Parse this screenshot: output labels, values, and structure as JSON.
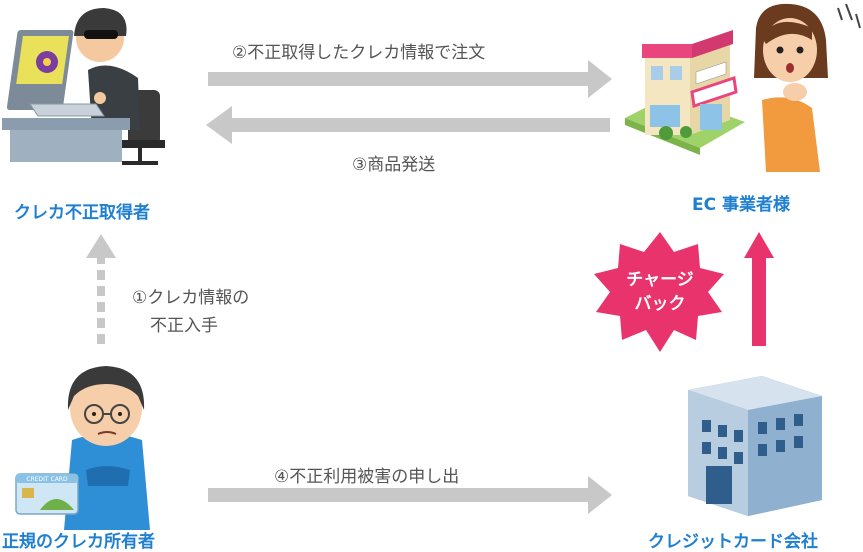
{
  "actors": {
    "fraudster": "クレカ不正取得者",
    "merchant": "EC 事業者様",
    "cardholder": "正規のクレカ所有者",
    "card_company": "クレジットカード会社"
  },
  "steps": {
    "step1_line1": "①クレカ情報の",
    "step1_line2": "不正入手",
    "step2": "②不正取得したクレカ情報で注文",
    "step3": "③商品発送",
    "step4": "④不正利用被害の申し出"
  },
  "chargeback": {
    "line1": "チャージ",
    "line2": "バック"
  },
  "card_text": "CREDIT CARD",
  "colors": {
    "label_blue": "#1f7fd0",
    "arrow_gray": "#c8c8c8",
    "chargeback_pink": "#e8336d"
  }
}
